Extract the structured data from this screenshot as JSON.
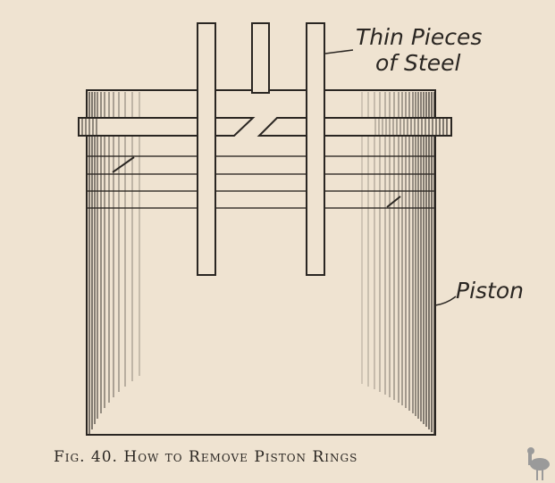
{
  "labels": {
    "steel_line1": "Thin Pieces",
    "steel_line2": "of Steel",
    "piston": "Piston"
  },
  "caption": "Fig. 40. How to Remove Piston Rings",
  "colors": {
    "paper": "#efe3d1",
    "ink": "#2a2622",
    "logo": "#9a9a9a"
  }
}
